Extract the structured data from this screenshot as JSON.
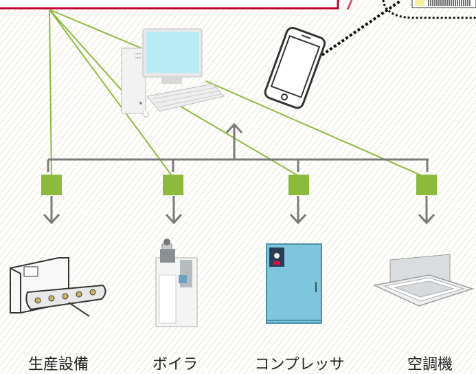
{
  "devices": [
    {
      "label": "生産設備",
      "icon": "conveyor-machine-icon"
    },
    {
      "label": "ボイラ",
      "icon": "boiler-icon"
    },
    {
      "label": "コンプレッサ",
      "icon": "compressor-icon"
    },
    {
      "label": "空調機",
      "icon": "ceiling-air-conditioner-icon"
    }
  ],
  "colors": {
    "node": "#8cba3d",
    "link": "#8cba3d",
    "bus": "#7a7a7a",
    "banner_border": "#c0002a",
    "panel_border": "#111111"
  }
}
